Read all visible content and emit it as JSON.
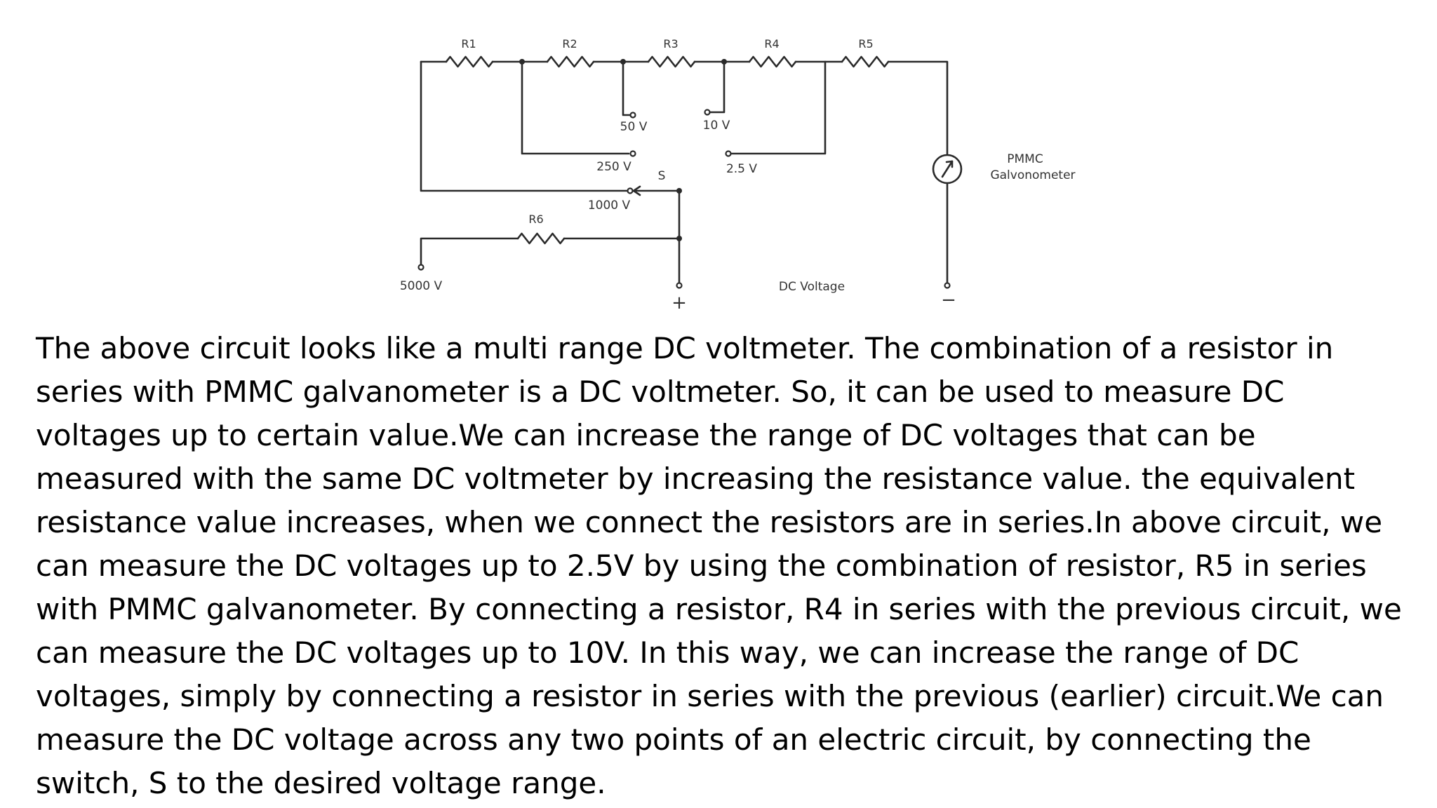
{
  "diagram": {
    "resistors": {
      "r1": "R1",
      "r2": "R2",
      "r3": "R3",
      "r4": "R4",
      "r5": "R5",
      "r6": "R6"
    },
    "terminals": {
      "v50": "50 V",
      "v10": "10 V",
      "v250": "250 V",
      "v2_5": "2.5 V",
      "v1000": "1000 V",
      "v5000": "5000 V"
    },
    "switch_label": "S",
    "meter_label_line1": "PMMC",
    "meter_label_line2": "Galvonometer",
    "output_label": "DC Voltage",
    "plus_sign": "+",
    "minus_sign": "−"
  },
  "paragraph": "The above circuit looks like a multi range DC voltmeter. The combination of a resistor in series with PMMC galvanometer is a DC voltmeter. So, it can be used to measure DC voltages up to certain value.We can increase the range of DC voltages that can be measured with the same DC voltmeter by increasing the resistance value. the equivalent resistance value increases, when we connect the resistors are in series.In above circuit, we can measure the DC voltages up to 2.5V by using the combination of resistor, R5 in series with PMMC galvanometer. By connecting a resistor, R4 in series with the previous circuit, we can measure the DC voltages up to 10V. In this way, we can increase the range of DC voltages, simply by connecting a resistor in series with the previous (earlier) circuit.We can measure the DC voltage across any two points of an electric circuit, by connecting the switch, S to the desired voltage range."
}
